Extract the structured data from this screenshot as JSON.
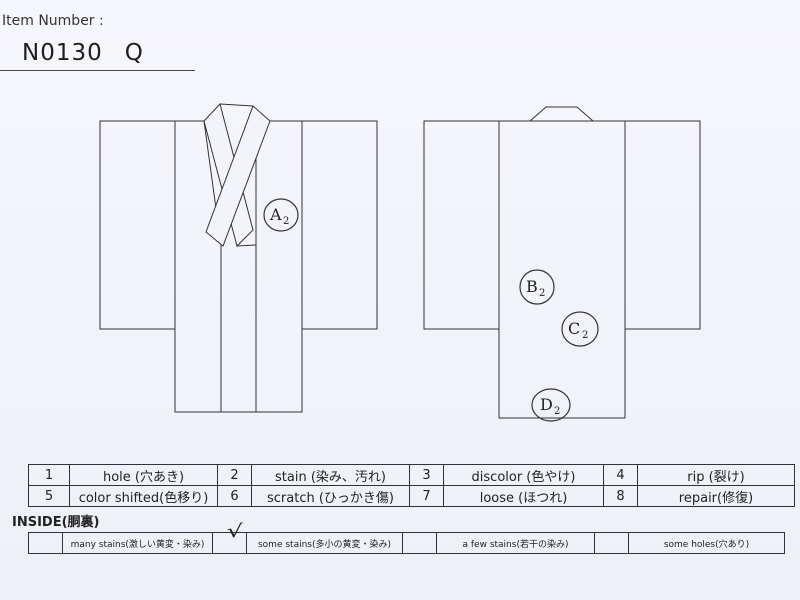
{
  "item": {
    "label": "Item Number :",
    "code": "N0130",
    "suffix": "Q"
  },
  "marks": {
    "a": "A",
    "a_sub": "2",
    "b": "B",
    "b_sub": "2",
    "c": "C",
    "c_sub": "2",
    "d": "D",
    "d_sub": "2"
  },
  "defects": {
    "rows": [
      [
        {
          "num": "1",
          "label": "hole (穴あき)"
        },
        {
          "num": "2",
          "label": "stain (染み、汚れ)"
        },
        {
          "num": "3",
          "label": "discolor (色やけ)"
        },
        {
          "num": "4",
          "label": "rip (裂け)"
        }
      ],
      [
        {
          "num": "5",
          "label": "color shifted(色移り)"
        },
        {
          "num": "6",
          "label": "scratch (ひっかき傷)"
        },
        {
          "num": "7",
          "label": "loose (ほつれ)"
        },
        {
          "num": "8",
          "label": "repair(修復)"
        }
      ]
    ]
  },
  "inside": {
    "label": "INSIDE(胴裏)",
    "options": [
      {
        "label": "many stains(激しい黄変・染み)",
        "check": ""
      },
      {
        "label": "some stains(多小の黄変・染み)",
        "check": "√"
      },
      {
        "label": "a few stains(若干の染み)",
        "check": ""
      },
      {
        "label": "some holes(穴あり)",
        "check": ""
      }
    ]
  }
}
